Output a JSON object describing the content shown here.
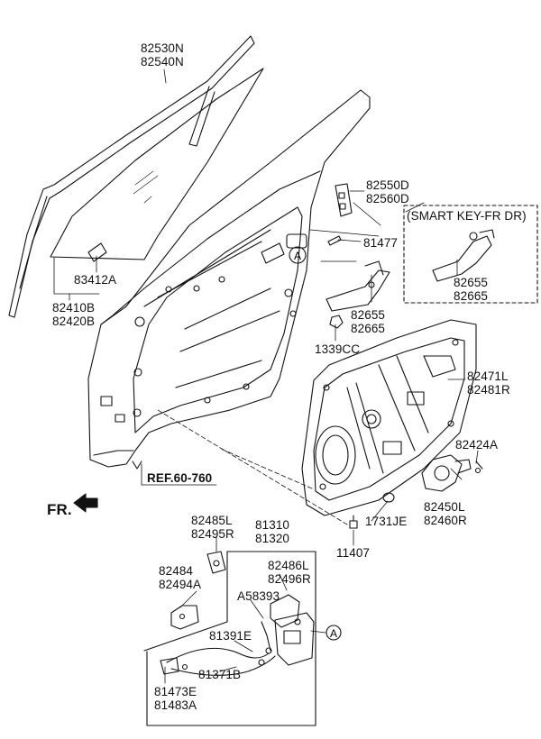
{
  "labels": {
    "glass_run": [
      "82530N",
      "82540N"
    ],
    "glass_bracket": "83412A",
    "glass_lower": [
      "82410B",
      "82420B"
    ],
    "bracket_top": [
      "82550D",
      "82560D"
    ],
    "pin": "81477",
    "smart_key_title": "(SMART KEY-FR DR)",
    "smart_key_parts": [
      "82655",
      "82665"
    ],
    "outside_handle": [
      "82655",
      "82665"
    ],
    "nut": "1339CC",
    "module_panel": [
      "82471L",
      "82481R"
    ],
    "screw_small": "82424A",
    "motor": [
      "82450L",
      "82460R"
    ],
    "grommet": "1731JE",
    "bolt": "11407",
    "ref": "REF.60-760",
    "fr": "FR.",
    "inner_handle_top": [
      "82485L",
      "82495R"
    ],
    "latch_group": [
      "81310",
      "81320"
    ],
    "rod_cover": [
      "82486L",
      "82496R"
    ],
    "inside_handle": [
      "82484",
      "82494A"
    ],
    "cable_clip": "A58393",
    "cable_upper": "81391E",
    "cable_lower": "81371B",
    "handle_lever": [
      "81473E",
      "81483A"
    ],
    "callout_a": "A"
  }
}
